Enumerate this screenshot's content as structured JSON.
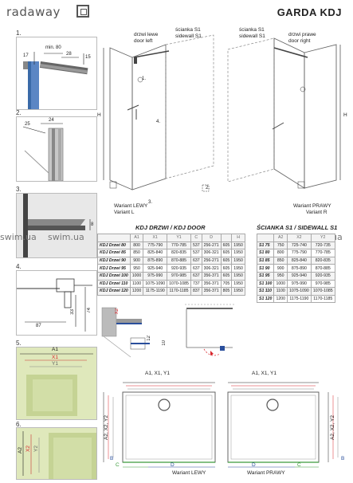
{
  "header": {
    "brand": "radaway",
    "title": "GARDA KDJ"
  },
  "steps": [
    "1.",
    "2.",
    "3.",
    "4.",
    "5.",
    "6."
  ],
  "step1": {
    "dims": [
      "min. 80",
      "28",
      "15",
      "17"
    ]
  },
  "step2": {
    "dims": [
      "24",
      "25"
    ]
  },
  "step3": {
    "dims": [
      "8"
    ]
  },
  "step4": {
    "dims": [
      "87",
      "33",
      "74"
    ]
  },
  "step5": {
    "dims": [
      "A1",
      "X1",
      "Y1"
    ]
  },
  "step6": {
    "dims": [
      "X2",
      "Y2",
      "A2"
    ]
  },
  "left_view": {
    "door_label_pl": "drzwi lewe",
    "door_label_en": "door left",
    "wall_label_pl": "ścianka S1",
    "wall_label_en": "sidewall S1",
    "h": "H",
    "callout4": "4.",
    "callout1": "1.",
    "callout2": "2.",
    "callout3": "3.",
    "variant_pl": "Wariant LEWY",
    "variant_en": "Variant L"
  },
  "right_view": {
    "wall_label_pl": "ścianka S1",
    "wall_label_en": "sidewall S1",
    "door_label_pl": "drzwi prawe",
    "door_label_en": "door right",
    "h": "H",
    "variant_pl": "Wariant PRAWY",
    "variant_en": "Variant R"
  },
  "watermark": "swim.ua",
  "doors_table": {
    "title": "KDJ DRZWI / KDJ DOOR",
    "headers": [
      "A1",
      "X1",
      "Y1",
      "C",
      "D",
      "H"
    ],
    "subheaders": [
      "KDJ Drzwi 80",
      "800",
      "775-790",
      "770-785",
      "537",
      "256-271",
      "605",
      "1950"
    ],
    "rows": [
      [
        "KDJ Drzwi 85",
        "850",
        "825-840",
        "820-835",
        "537",
        "306-321",
        "605",
        "1950"
      ],
      [
        "KDJ Drzwi 90",
        "900",
        "875-890",
        "870-885",
        "637",
        "256-271",
        "605",
        "1950"
      ],
      [
        "KDJ Drzwi 95",
        "950",
        "925-940",
        "920-935",
        "637",
        "306-321",
        "605",
        "1950"
      ],
      [
        "KDJ Drzwi 100",
        "1000",
        "975-990",
        "970-985",
        "637",
        "356-371",
        "605",
        "1950"
      ],
      [
        "KDJ Drzwi 110",
        "1100",
        "1075-1090",
        "1070-1085",
        "737",
        "356-371",
        "705",
        "1950"
      ],
      [
        "KDJ Drzwi 120",
        "1200",
        "1175-1190",
        "1170-1185",
        "837",
        "356-371",
        "805",
        "1950"
      ]
    ]
  },
  "sidewall_table": {
    "title": "ŚCIANKA S1 / SIDEWALL S1",
    "headers": [
      "A2",
      "X2",
      "Y2"
    ],
    "subheaders": [
      "S1 75",
      "750",
      "725-740",
      "720-735"
    ],
    "rows": [
      [
        "S1 80",
        "800",
        "775-790",
        "770-785"
      ],
      [
        "S1 85",
        "850",
        "825-840",
        "820-835"
      ],
      [
        "S1 90",
        "900",
        "875-890",
        "870-885"
      ],
      [
        "S1 95",
        "950",
        "925-940",
        "920-935"
      ],
      [
        "S1 100",
        "1000",
        "975-990",
        "970-985"
      ],
      [
        "S1 110",
        "1100",
        "1075-1090",
        "1070-1085"
      ],
      [
        "S1 120",
        "1200",
        "1175-1190",
        "1170-1185"
      ]
    ]
  },
  "detail": {
    "dims": [
      "X2",
      "12",
      "10"
    ]
  },
  "plans": {
    "left": {
      "top": "A1, X1, Y1",
      "side": "A2, X2, Y2",
      "c": "C",
      "d": "D",
      "b": "B",
      "variant": "Wariant LEWY"
    },
    "right": {
      "top": "A1, X1, Y1",
      "side": "A2, X2, Y2",
      "c": "C",
      "d": "D",
      "b": "B",
      "variant": "Wariant PRAWY"
    }
  },
  "colors": {
    "accent_red": "#d8262c",
    "green": "#3a9b3a",
    "blue": "#2a4f9c",
    "tile": "#cfdca2"
  }
}
